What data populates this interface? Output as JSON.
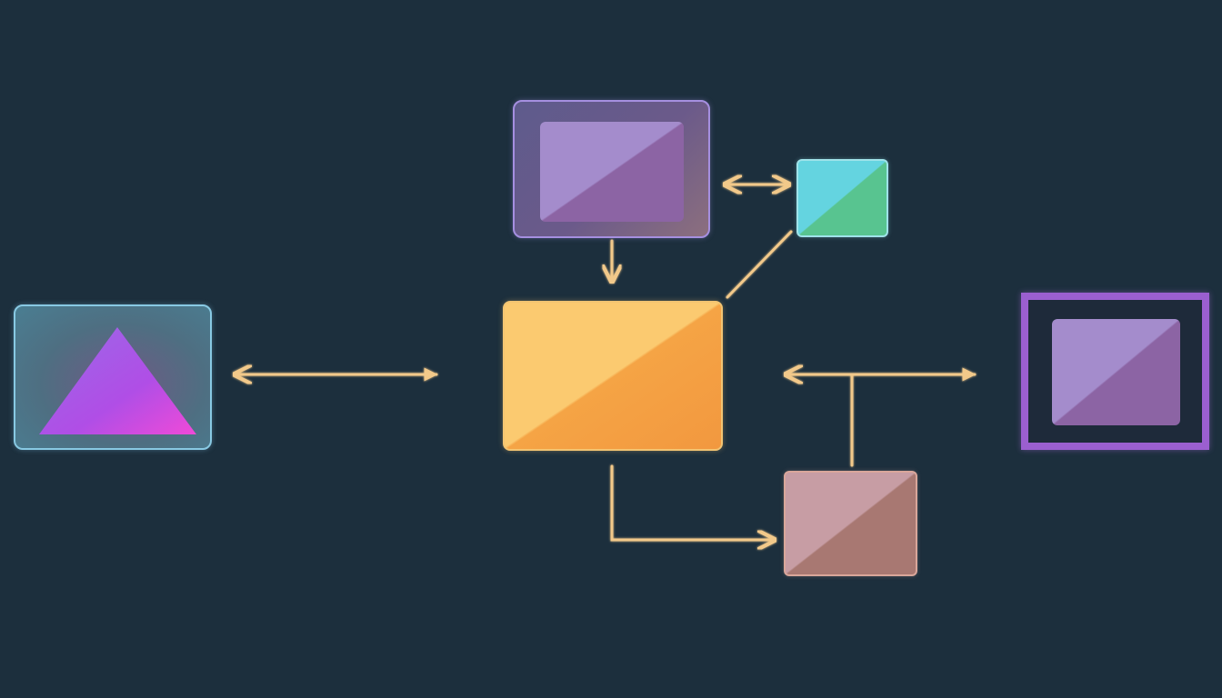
{
  "diagram": {
    "nodes": [
      {
        "id": "input",
        "shape": "rounded-rect",
        "content": "triangle",
        "color": "#4e6f82",
        "accent": "#c84af0"
      },
      {
        "id": "top",
        "shape": "rounded-rect",
        "content": "inner-panel",
        "color": "#6b5a8a"
      },
      {
        "id": "teal",
        "shape": "square",
        "content": "split-fill",
        "color": "#64d4e0",
        "accent": "#58c490"
      },
      {
        "id": "center",
        "shape": "rounded-rect",
        "content": "split-fill",
        "color": "#fbca70",
        "accent": "#f5a445"
      },
      {
        "id": "brown",
        "shape": "rounded-rect",
        "content": "split-fill",
        "color": "#c79da4",
        "accent": "#a87872"
      },
      {
        "id": "output",
        "shape": "framed-rect",
        "content": "inner-panel",
        "color": "#9b5fd0"
      }
    ],
    "edges": [
      {
        "from": "input",
        "to": "center",
        "style": "bidirectional-arrow"
      },
      {
        "from": "top",
        "to": "center",
        "style": "arrow"
      },
      {
        "from": "top",
        "to": "teal",
        "style": "bidirectional-arrow"
      },
      {
        "from": "teal",
        "to": "center",
        "style": "line"
      },
      {
        "from": "center",
        "to": "brown",
        "style": "elbow-arrow"
      },
      {
        "from": "brown",
        "to": "output",
        "style": "branch-bidirectional-arrow"
      }
    ],
    "link_color": "#f2c98a",
    "background": "#1c2f3d"
  }
}
